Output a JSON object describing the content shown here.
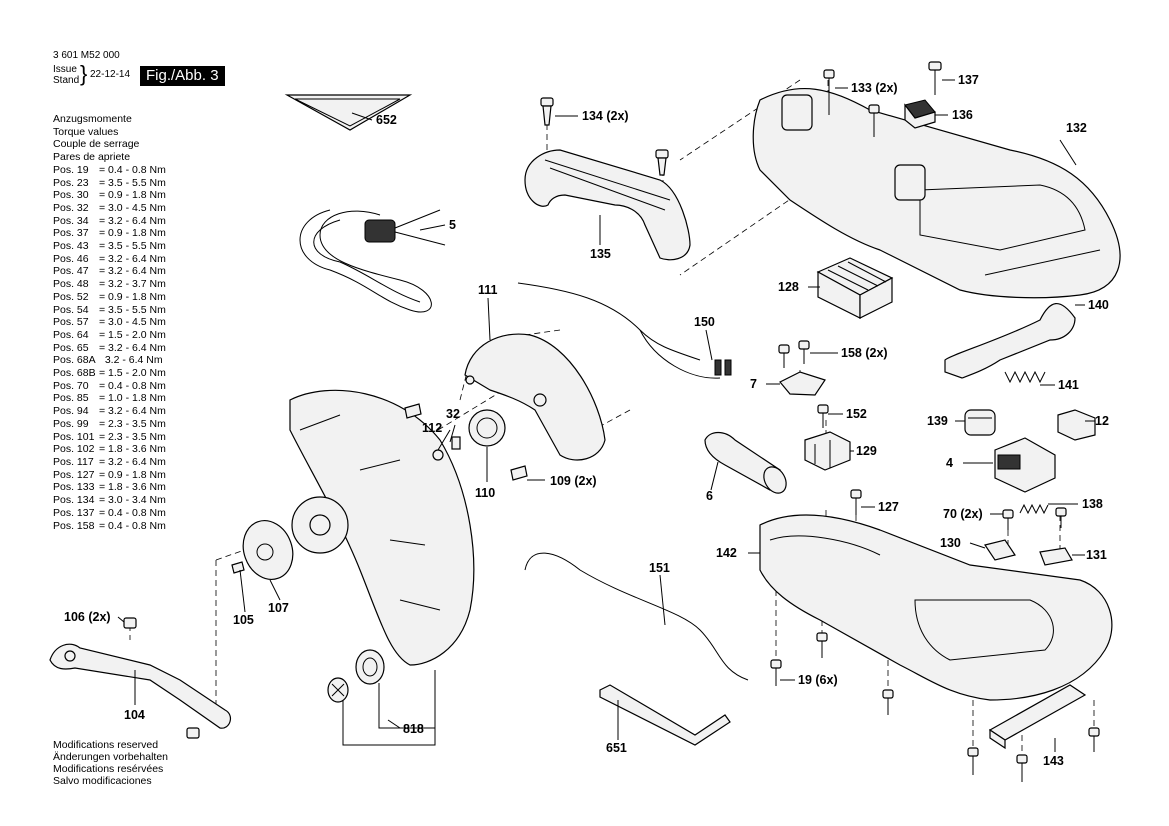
{
  "header": {
    "part_number": "3 601 M52 000",
    "issue_label": "Issue",
    "stand_label": "Stand",
    "date": "22-12-14",
    "figure_label": "Fig./Abb. 3"
  },
  "torque": {
    "titles": [
      "Anzugsmomente",
      "Torque values",
      "Couple de serrage",
      "Pares de apriete"
    ],
    "rows": [
      {
        "pos": "Pos. 19",
        "val": "= 0.4 - 0.8 Nm"
      },
      {
        "pos": "Pos. 23",
        "val": "= 3.5 - 5.5 Nm"
      },
      {
        "pos": "Pos. 30",
        "val": "= 0.9 - 1.8 Nm"
      },
      {
        "pos": "Pos. 32",
        "val": "= 3.0 - 4.5 Nm"
      },
      {
        "pos": "Pos. 34",
        "val": "= 3.2 - 6.4 Nm"
      },
      {
        "pos": "Pos. 37",
        "val": "= 0.9 - 1.8 Nm"
      },
      {
        "pos": "Pos. 43",
        "val": "= 3.5 - 5.5 Nm"
      },
      {
        "pos": "Pos. 46",
        "val": "= 3.2 - 6.4 Nm"
      },
      {
        "pos": "Pos. 47",
        "val": "= 3.2 - 6.4 Nm"
      },
      {
        "pos": "Pos. 48",
        "val": "= 3.2 - 3.7 Nm"
      },
      {
        "pos": "Pos. 52",
        "val": "= 0.9 - 1.8 Nm"
      },
      {
        "pos": "Pos. 54",
        "val": "= 3.5 - 5.5 Nm"
      },
      {
        "pos": "Pos. 57",
        "val": "= 3.0 - 4.5 Nm"
      },
      {
        "pos": "Pos. 64",
        "val": "= 1.5 - 2.0 Nm"
      },
      {
        "pos": "Pos. 65",
        "val": "= 3.2 - 6.4 Nm"
      },
      {
        "pos": "Pos. 68A",
        "val": "  3.2 - 6.4 Nm"
      },
      {
        "pos": "Pos. 68B",
        "val": "= 1.5 - 2.0 Nm"
      },
      {
        "pos": "Pos. 70",
        "val": "= 0.4 - 0.8 Nm"
      },
      {
        "pos": "Pos. 85",
        "val": "= 1.0 - 1.8 Nm"
      },
      {
        "pos": "Pos. 94",
        "val": "= 3.2 - 6.4 Nm"
      },
      {
        "pos": "Pos. 99",
        "val": "= 2.3 - 3.5 Nm"
      },
      {
        "pos": "Pos. 101",
        "val": "= 2.3 - 3.5 Nm"
      },
      {
        "pos": "Pos. 102",
        "val": "= 1.8 - 3.6 Nm"
      },
      {
        "pos": "Pos. 117",
        "val": "= 3.2 - 6.4 Nm"
      },
      {
        "pos": "Pos. 127",
        "val": "= 0.9 - 1.8 Nm"
      },
      {
        "pos": "Pos. 133",
        "val": "= 1.8 - 3.6 Nm"
      },
      {
        "pos": "Pos. 134",
        "val": "= 3.0 - 3.4 Nm"
      },
      {
        "pos": "Pos. 137",
        "val": "= 0.4 - 0.8 Nm"
      },
      {
        "pos": "Pos. 158",
        "val": "= 0.4 - 0.8 Nm"
      }
    ]
  },
  "modifications": [
    "Modifications reserved",
    "Änderungen vorbehalten",
    "Modifications resérvées",
    "Salvo modificaciones"
  ],
  "callouts": {
    "c652": "652",
    "c5": "5",
    "c134": "134 (2x)",
    "c135": "135",
    "c133": "133 (2x)",
    "c137": "137",
    "c136": "136",
    "c132": "132",
    "c128": "128",
    "c140": "140",
    "c111": "111",
    "c150": "150",
    "c158": "158 (2x)",
    "c7": "7",
    "c141": "141",
    "c32": "32",
    "c112": "112",
    "c110": "110",
    "c109": "109 (2x)",
    "c152": "152",
    "c139": "139",
    "c12": "12",
    "c129": "129",
    "c6": "6",
    "c4": "4",
    "c127": "127",
    "c138": "138",
    "c70": "70 (2x)",
    "c130": "130",
    "c142": "142",
    "c131": "131",
    "c106": "106 (2x)",
    "c105": "105",
    "c107": "107",
    "c104": "104",
    "c818": "818",
    "c151": "151",
    "c19": "19 (6x)",
    "c651": "651",
    "c143": "143"
  }
}
